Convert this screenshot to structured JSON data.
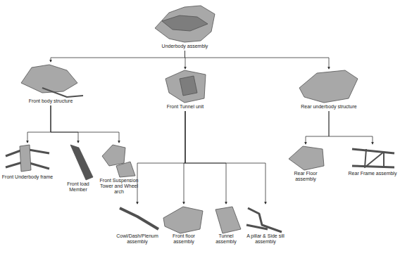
{
  "diagram": {
    "nodes": [
      {
        "text": [
          "Underbody assembly"
        ]
      },
      {
        "text": [
          "Front body structure"
        ]
      },
      {
        "text": [
          "Front Tunnel unit"
        ]
      },
      {
        "text": [
          "Rear underbody structure"
        ]
      },
      {
        "text": [
          "Front Underbody frame"
        ]
      },
      {
        "text": [
          "Front load Member"
        ]
      },
      {
        "text": [
          "Front Suspension Tower and Wheel arch"
        ]
      },
      {
        "text": [
          "Cowl/Dash/Plenum assembly"
        ]
      },
      {
        "text": [
          "Front floor assembly"
        ]
      },
      {
        "text": [
          "Tunnel assembly"
        ]
      },
      {
        "text": [
          "A pillar & Side sill assembly"
        ]
      },
      {
        "text": [
          "Rear Floor assembly"
        ]
      },
      {
        "text": [
          "Rear Frame assembly"
        ]
      }
    ],
    "edges": [
      {
        "from": 0,
        "to": 1,
        "arrow": "to"
      },
      {
        "from": 0,
        "to": 2,
        "arrow": "to"
      },
      {
        "from": 0,
        "to": 3,
        "arrow": "to"
      },
      {
        "from": 1,
        "to": 4,
        "arrow": "to"
      },
      {
        "from": 1,
        "to": 5,
        "arrow": "to"
      },
      {
        "from": 1,
        "to": 6,
        "arrow": "to"
      },
      {
        "from": 2,
        "to": 7,
        "arrow": "to"
      },
      {
        "from": 2,
        "to": 8,
        "arrow": "to"
      },
      {
        "from": 2,
        "to": 9,
        "arrow": "to"
      },
      {
        "from": 2,
        "to": 10,
        "arrow": "to"
      },
      {
        "from": 3,
        "to": 11,
        "arrow": "to"
      },
      {
        "from": 3,
        "to": 12,
        "arrow": "to"
      }
    ]
  }
}
